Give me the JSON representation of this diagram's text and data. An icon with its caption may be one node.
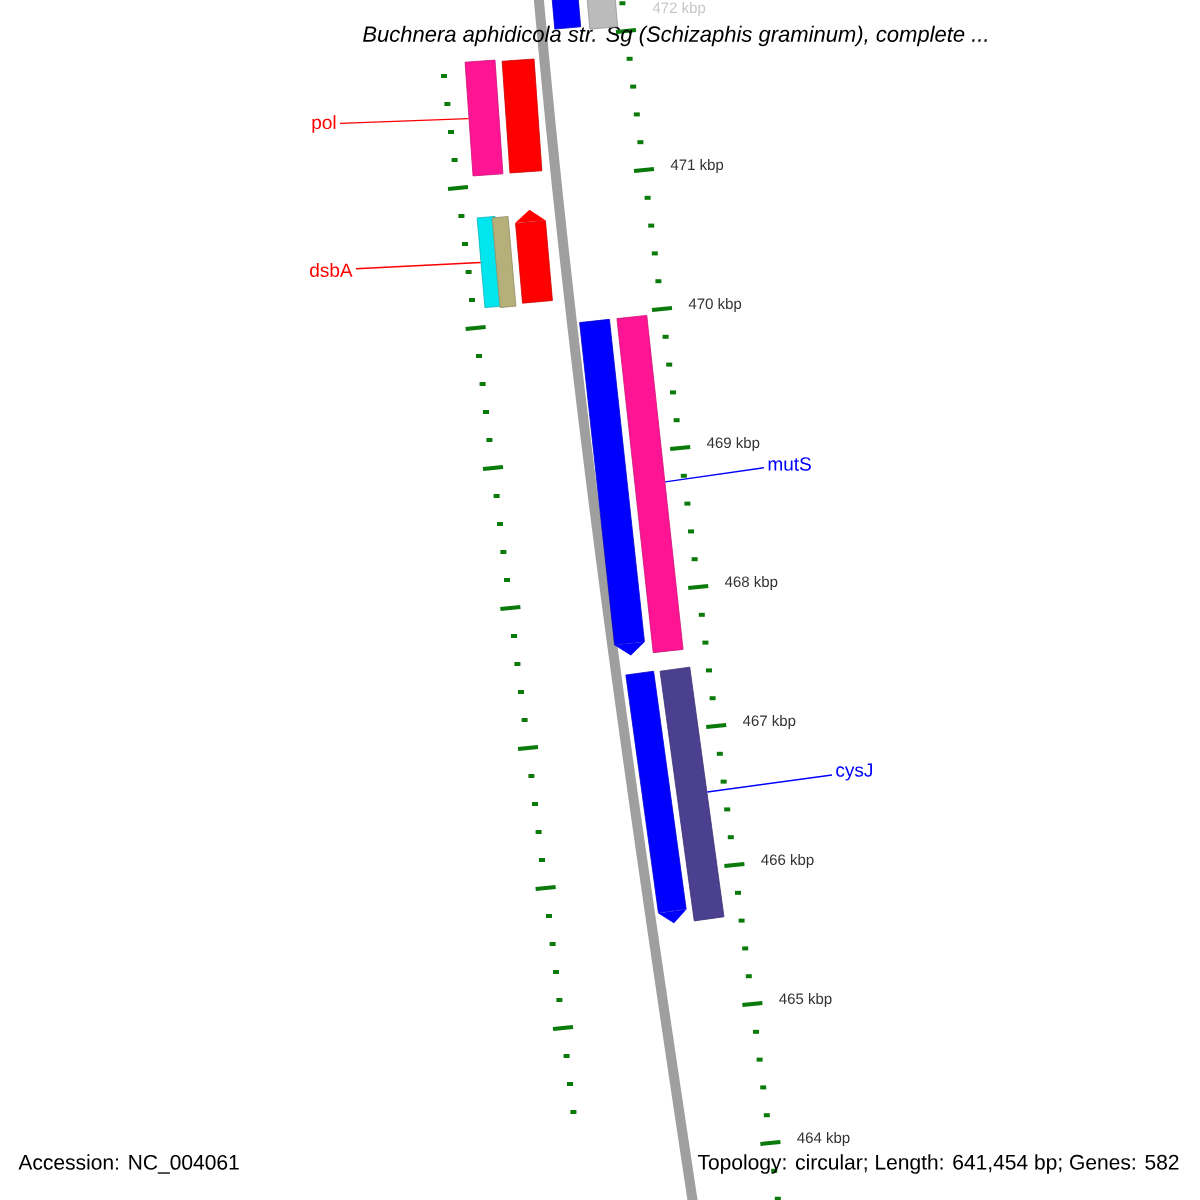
{
  "diagram": {
    "title": "Buchnera aphidicola str. Sg (Schizaphis graminum), complete ...",
    "nodes": [
      {
        "text": [],
        "shape": "bar"
      },
      {
        "text": [],
        "shape": "bar"
      },
      {
        "text": [
          "pol"
        ]
      },
      {
        "text": [],
        "shape": "bar"
      },
      {
        "text": [],
        "shape": "bar"
      },
      {
        "text": [
          "dsbA"
        ]
      },
      {
        "text": [],
        "shape": "bar"
      },
      {
        "text": [],
        "shape": "bar"
      },
      {
        "text": [],
        "shape": "pentagon"
      },
      {
        "text": [],
        "shape": "pentagon"
      },
      {
        "text": [],
        "shape": "bar"
      },
      {
        "text": [
          "mutS"
        ]
      },
      {
        "text": [],
        "shape": "pentagon"
      },
      {
        "text": [],
        "shape": "bar"
      },
      {
        "text": [
          "cysJ"
        ]
      }
    ],
    "edges": [
      {
        "from": 2,
        "to": 3,
        "arrow": "none",
        "color": "#ff0000"
      },
      {
        "from": 5,
        "to": 6,
        "arrow": "none",
        "color": "#ff0000"
      },
      {
        "from": 11,
        "to": 10,
        "arrow": "none",
        "color": "#0000ff"
      },
      {
        "from": 14,
        "to": 13,
        "arrow": "none",
        "color": "#0000ff"
      }
    ],
    "labels": [
      "472 kbp",
      "471 kbp",
      "470 kbp",
      "469 kbp",
      "468 kbp",
      "467 kbp",
      "466 kbp",
      "465 kbp",
      "464 kbp",
      "Accession: NC_004061",
      "Topology: circular; Length: 641,454 bp; Genes: 582"
    ]
  }
}
